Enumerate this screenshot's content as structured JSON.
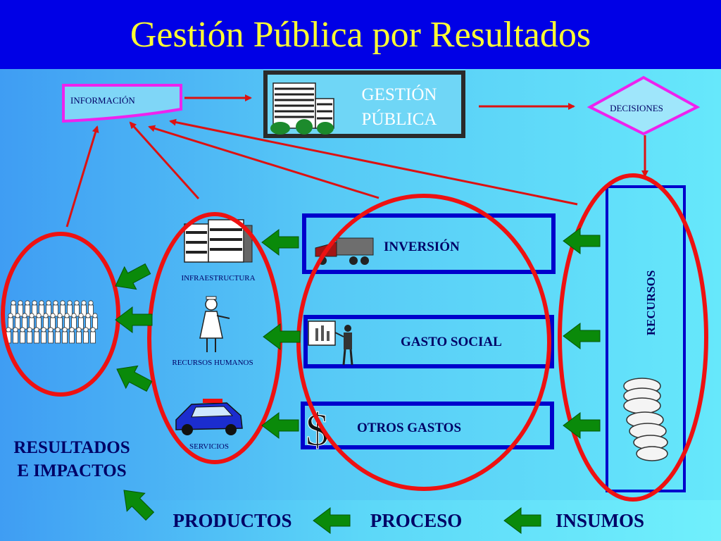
{
  "title": "Gestión Pública por Resultados",
  "nodes": {
    "informacion": "INFORMACIÓN",
    "gestion_line1": "GESTIÓN",
    "gestion_line2": "PÚBLICA",
    "decisiones": "DECISIONES",
    "inversion": "INVERSIÓN",
    "gasto_social": "GASTO SOCIAL",
    "otros_gastos": "OTROS GASTOS",
    "dollar": "$",
    "recursos": "RECURSOS",
    "infraestructura": "INFRAESTRUCTURA",
    "recursos_humanos": "RECURSOS HUMANOS",
    "servicios": "SERVICIOS",
    "resultados_line1": "RESULTADOS",
    "resultados_line2": "E IMPACTOS"
  },
  "flow": {
    "productos": "PRODUCTOS",
    "proceso": "PROCESO",
    "insumos": "INSUMOS"
  },
  "colors": {
    "title_bg": "#0000e6",
    "title_text": "#ffff33",
    "ellipse": "#ee1111",
    "box_border": "#0000cc",
    "arrow_red": "#dd1111",
    "arrow_green": "#0a8a0a",
    "info_border": "#ee22ee"
  }
}
